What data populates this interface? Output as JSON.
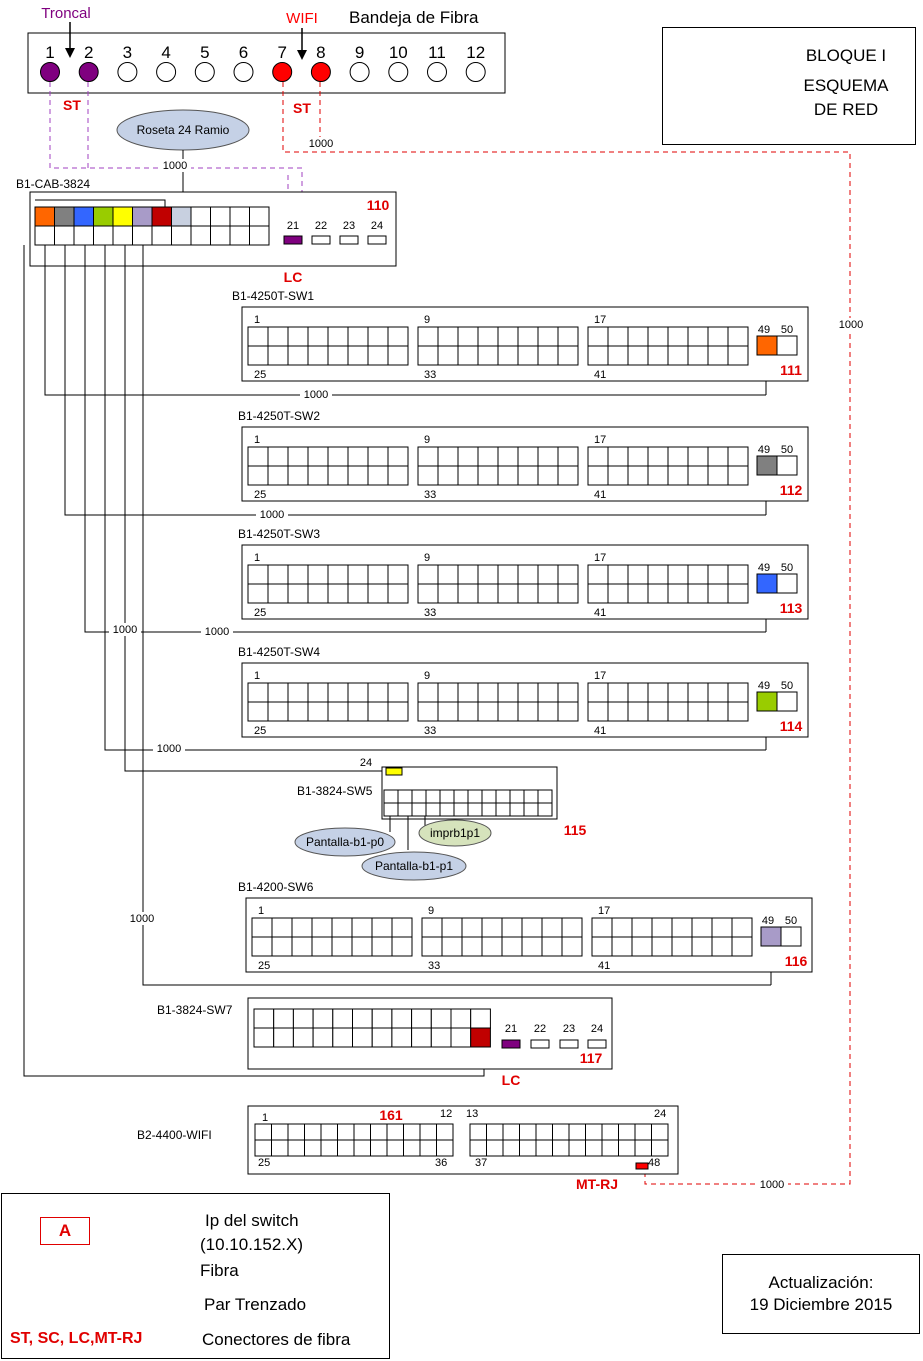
{
  "header": {
    "tray_title": "Bandeja de Fibra",
    "troncal_label": "Troncal",
    "wifi_label": "WIFI",
    "ports": [
      "1",
      "2",
      "3",
      "4",
      "5",
      "6",
      "7",
      "8",
      "9",
      "10",
      "11",
      "12"
    ],
    "st_label": "ST",
    "fiber_1000": "1000"
  },
  "block": {
    "line1": "BLOQUE I",
    "line2": "ESQUEMA",
    "line3": "DE  RED"
  },
  "roseta": "Roseta 24 Ramio",
  "cab": {
    "name": "B1-CAB-3824",
    "ip": "110",
    "ports": [
      "21",
      "22",
      "23",
      "24"
    ],
    "lc": "LC"
  },
  "switches": [
    {
      "name": "B1-4250T-SW1",
      "ip": "111",
      "g1": "1",
      "g2": "9",
      "g3": "17",
      "b1": "25",
      "b2": "33",
      "b3": "41",
      "p49": "49",
      "p50": "50",
      "color": "#ff6600"
    },
    {
      "name": "B1-4250T-SW2",
      "ip": "112",
      "g1": "1",
      "g2": "9",
      "g3": "17",
      "b1": "25",
      "b2": "33",
      "b3": "41",
      "p49": "49",
      "p50": "50",
      "color": "#808080"
    },
    {
      "name": "B1-4250T-SW3",
      "ip": "113",
      "g1": "1",
      "g2": "9",
      "g3": "17",
      "b1": "25",
      "b2": "33",
      "b3": "41",
      "p49": "49",
      "p50": "50",
      "color": "#3366ff"
    },
    {
      "name": "B1-4250T-SW4",
      "ip": "114",
      "g1": "1",
      "g2": "9",
      "g3": "17",
      "b1": "25",
      "b2": "33",
      "b3": "41",
      "p49": "49",
      "p50": "50",
      "color": "#99cc00"
    }
  ],
  "sw5": {
    "name": "B1-3824-SW5",
    "ip": "115",
    "port": "24",
    "e1": "Pantalla-b1-p0",
    "e2": "imprb1p1",
    "e3": "Pantalla-b1-p1"
  },
  "sw6": {
    "name": "B1-4200-SW6",
    "ip": "116",
    "g1": "1",
    "g2": "9",
    "g3": "17",
    "b1": "25",
    "b2": "33",
    "b3": "41",
    "p49": "49",
    "p50": "50"
  },
  "sw7": {
    "name": "B1-3824-SW7",
    "ip": "117",
    "ports": [
      "21",
      "22",
      "23",
      "24"
    ],
    "lc": "LC"
  },
  "wifi_sw": {
    "name": "B2-4400-WIFI",
    "ip": "161",
    "t1": "1",
    "t2": "12",
    "t3": "13",
    "t4": "24",
    "b1": "25",
    "b2": "36",
    "b3": "37",
    "b4": "48",
    "mtrj": "MT-RJ"
  },
  "link_labels": [
    "1000",
    "1000",
    "1000",
    "1000",
    "1000",
    "1000",
    "1000",
    "1000",
    "1000"
  ],
  "legend": {
    "badge": "A",
    "ip_line1": "Ip del switch",
    "ip_line2": "(10.10.152.X)",
    "fibra": "Fibra",
    "par": "Par Trenzado",
    "connectors": "ST, SC, LC,MT-RJ",
    "connectors_desc": "Conectores de fibra"
  },
  "update": {
    "line1": "Actualización:",
    "line2": "19 Diciembre 2015"
  },
  "colors": {
    "purple": "#7f007f",
    "red": "#ff0000",
    "fiber_red": "#e00000",
    "fiber_purple": "#a040c0",
    "orange": "#ff6600",
    "gray": "#808080",
    "blue": "#3366ff",
    "green": "#99cc00",
    "yellow": "#ffff00",
    "lavender": "#a89bc8",
    "darkred": "#c00000",
    "lightblue": "#c8d0e0",
    "ellipse_blue": "#c5d1e6",
    "ellipse_green": "#d6e3bc"
  }
}
